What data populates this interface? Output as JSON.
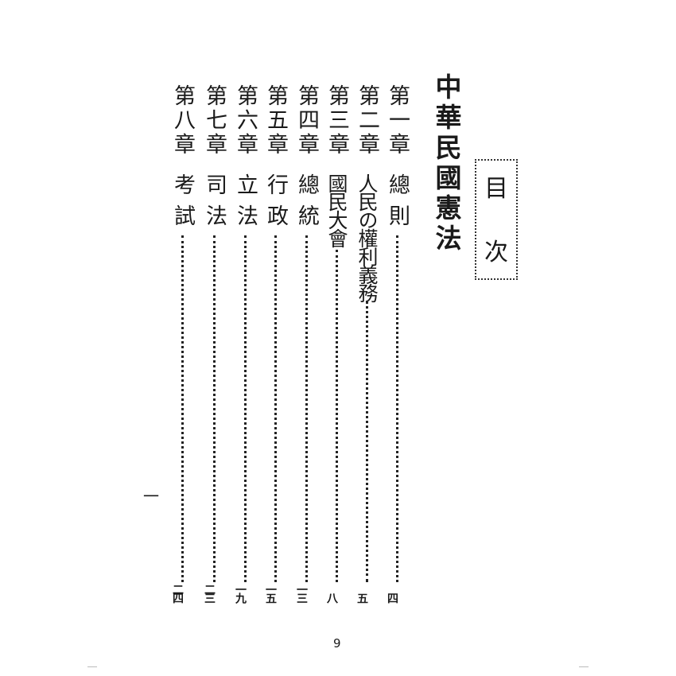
{
  "book_title": "中華民國憲法",
  "heading": [
    "目",
    "次"
  ],
  "chapters": [
    {
      "label": "第一章",
      "title": "總則",
      "page": "四"
    },
    {
      "label": "第二章",
      "title": "人民の權利義務",
      "page": "五"
    },
    {
      "label": "第三章",
      "title": "國民大會",
      "page": "八"
    },
    {
      "label": "第四章",
      "title": "總統",
      "page": "一三"
    },
    {
      "label": "第五章",
      "title": "行政",
      "page": "一五"
    },
    {
      "label": "第六章",
      "title": "立法",
      "page": "一九"
    },
    {
      "label": "第七章",
      "title": "司法",
      "page": "二三"
    },
    {
      "label": "第八章",
      "title": "考試",
      "page": "二四"
    }
  ],
  "folio": "一",
  "page_number": "9"
}
